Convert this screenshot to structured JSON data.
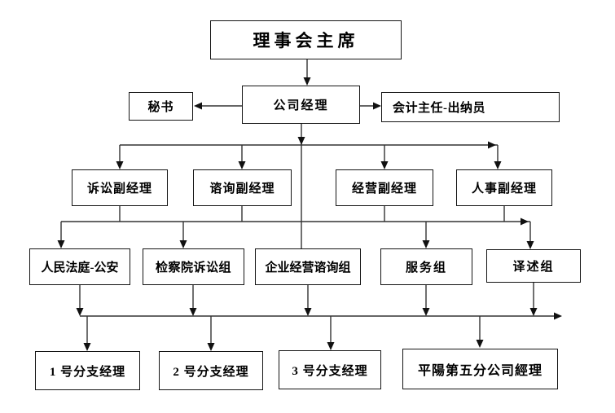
{
  "diagram": {
    "type": "organization-chart",
    "background_color": "#ffffff",
    "line_color": "#333333",
    "box_border_color": "#141414",
    "text_color": "#000000"
  },
  "nodes": {
    "chairman": "理事会主席",
    "secretary": "秘书",
    "company_manager": "公司经理",
    "chief_accountant": "会计主任-出纳员",
    "litigation_deputy": "诉讼副经理",
    "consulting_deputy": "谘询副经理",
    "operations_deputy": "经营副经理",
    "hr_deputy": "人事副经理",
    "court_police": "人民法庭-公安",
    "procuratorate_group": "检察院诉讼组",
    "enterprise_consulting_group": "企业经营谘询组",
    "service_group": "服务组",
    "translation_group": "译述组",
    "branch1": "1 号分支经理",
    "branch2": "2 号分支经理",
    "branch3": "3 号分支经理",
    "pingyang_branch": "平陽第五分公司經理"
  },
  "edges": [
    {
      "from": "chairman",
      "to": "company_manager"
    },
    {
      "from": "company_manager",
      "to": "secretary"
    },
    {
      "from": "company_manager",
      "to": "chief_accountant"
    },
    {
      "from": "company_manager",
      "to": "litigation_deputy"
    },
    {
      "from": "company_manager",
      "to": "consulting_deputy"
    },
    {
      "from": "company_manager",
      "to": "operations_deputy"
    },
    {
      "from": "company_manager",
      "to": "hr_deputy"
    },
    {
      "from": "company_manager",
      "to": "enterprise_consulting_group"
    },
    {
      "from": "deputies-level",
      "to": "court_police"
    },
    {
      "from": "deputies-level",
      "to": "procuratorate_group"
    },
    {
      "from": "deputies-level",
      "to": "service_group"
    },
    {
      "from": "deputies-level",
      "to": "translation_group"
    },
    {
      "from": "groups-level",
      "to": "branch1"
    },
    {
      "from": "groups-level",
      "to": "branch2"
    },
    {
      "from": "groups-level",
      "to": "branch3"
    },
    {
      "from": "groups-level",
      "to": "pingyang_branch"
    }
  ]
}
